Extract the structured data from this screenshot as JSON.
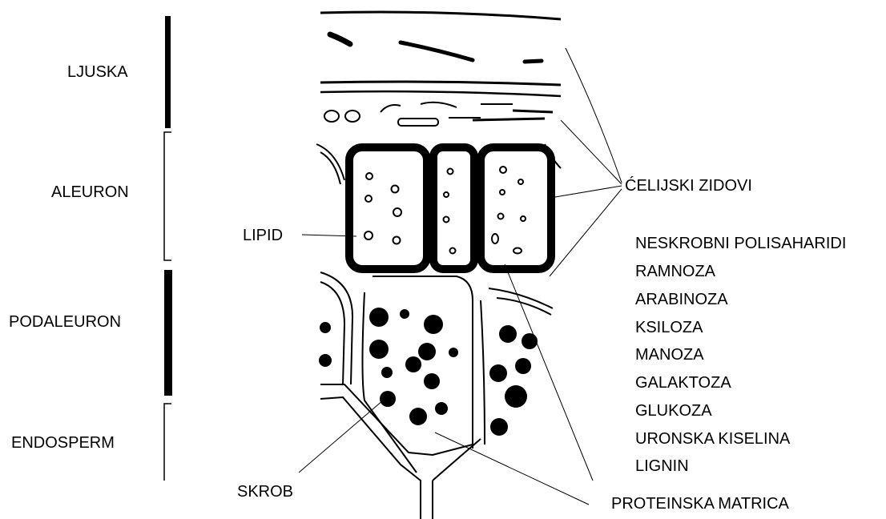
{
  "layers": [
    {
      "name": "LJUSKA",
      "style": "thick"
    },
    {
      "name": "ALEURON",
      "style": "bracket"
    },
    {
      "name": "PODALEURON",
      "style": "thick"
    },
    {
      "name": "ENDOSPERM",
      "style": "bracket"
    }
  ],
  "callouts": {
    "lipid": "LIPID",
    "cell_walls": "ĆELIJSKI ZIDOVI",
    "starch": "SKROB",
    "protein_matrix": "PROTEINSKA MATRICA"
  },
  "polysaccharides": {
    "title": "NESKROBNI POLISAHARIDI",
    "items": [
      "RAMNOZA",
      "ARABINOZA",
      "KSILOZA",
      "MANOZA",
      "GALAKTOZA",
      "GLUKOZA",
      "URONSKA KISELINA",
      "LIGNIN"
    ]
  },
  "colors": {
    "ink": "#000000",
    "background": "#ffffff"
  }
}
